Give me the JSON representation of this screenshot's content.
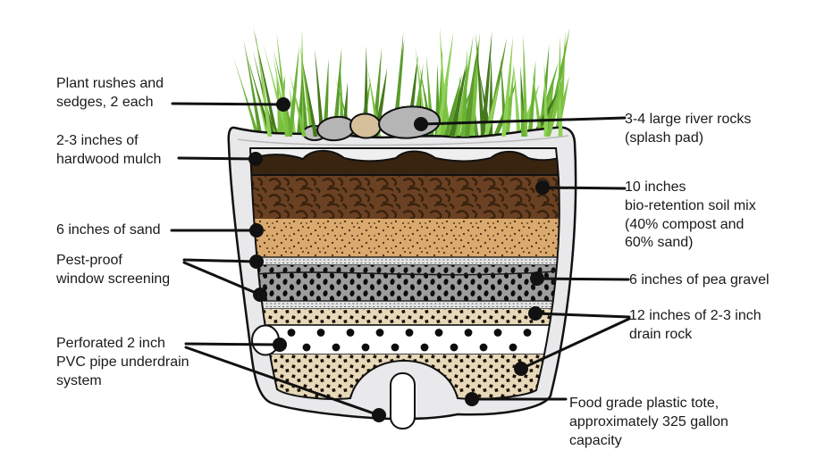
{
  "diagram": {
    "subject": "Planter cross-section diagram"
  },
  "labels": {
    "left": [
      {
        "id": "plants",
        "text": "Plant rushes and\nsedges, 2 each"
      },
      {
        "id": "mulch",
        "text": "2-3 inches of\nhardwood mulch"
      },
      {
        "id": "sand",
        "text": "6 inches of sand"
      },
      {
        "id": "screening",
        "text": "Pest-proof\nwindow screening"
      },
      {
        "id": "underdrain",
        "text": "Perforated 2 inch\nPVC pipe underdrain\nsystem"
      }
    ],
    "right": [
      {
        "id": "river_rocks",
        "text": "3-4 large river rocks\n(splash pad)"
      },
      {
        "id": "soil_mix",
        "text": "10 inches\nbio-retention soil mix\n(40% compost and\n60% sand)"
      },
      {
        "id": "pea_gravel",
        "text": "6 inches of pea gravel"
      },
      {
        "id": "drain_rock",
        "text": "12 inches of 2-3 inch\ndrain rock"
      },
      {
        "id": "tote",
        "text": "Food grade plastic tote,\napproximately 325 gallon\ncapacity"
      }
    ]
  },
  "colors": {
    "tote_wall": "#e9e9eb",
    "outline": "#111111",
    "mulch": "#39240f",
    "soil": "#6a4122",
    "soil_texture": "#38220e",
    "sand": "#d9a96e",
    "sand_dot": "#4f3111",
    "screen": "#e3e3e3",
    "pea_gravel": "#9d9d9d",
    "gravel_dot": "#0d0d0d",
    "drain_rock": "#e6d8b8",
    "rock_dot": "#1d1106",
    "pipe_white": "#ffffff",
    "rock_gray": "#b5b5b6",
    "rock_tan": "#d6c09c",
    "grass": [
      "#7cc142",
      "#5a9c2c",
      "#46791d",
      "#8fd158",
      "#69b135"
    ],
    "text": "#1a1a1a"
  }
}
